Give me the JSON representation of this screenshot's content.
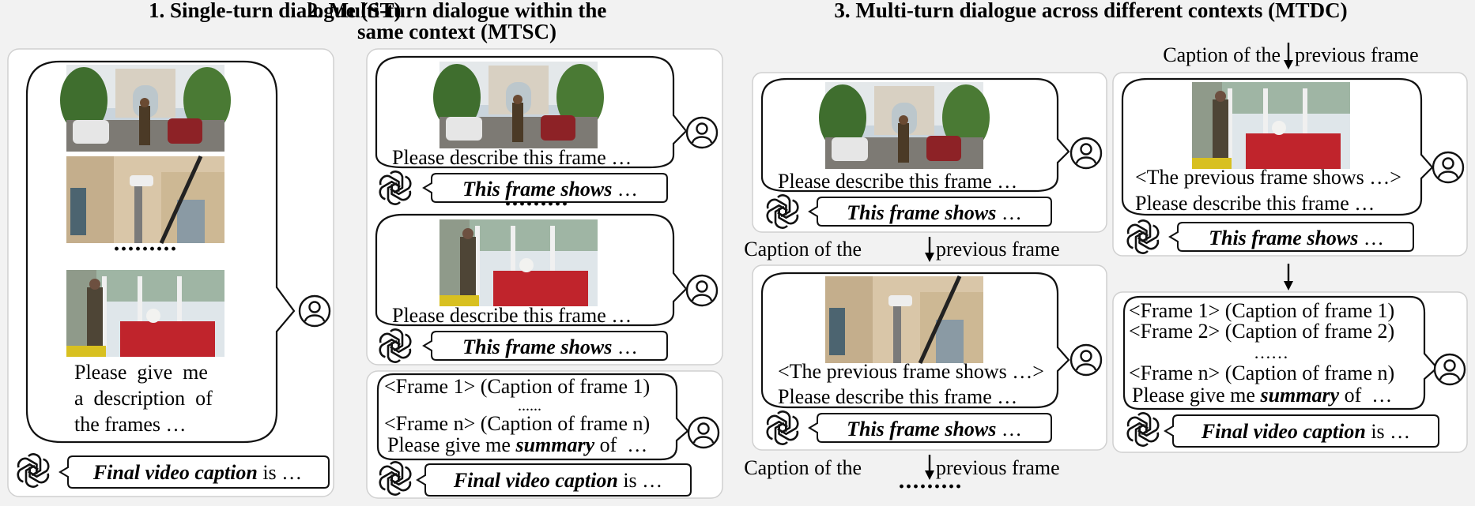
{
  "headings": {
    "st": "1. Single-turn dialogue (ST)",
    "mtsc_line1": "2. Multi-turn dialogue within the",
    "mtsc_line2": "same context (MTSC)",
    "mtdc": "3. Multi-turn dialogue across different contexts (MTDC)"
  },
  "prompts": {
    "describe": "Please describe this frame …",
    "previous": "<The previous frame shows …>",
    "give_line1": "Please  give  me",
    "give_line2": "a  description  of",
    "give_line3": "the frames …",
    "summary_pre": "Please give me ",
    "summary_em": "summary",
    "summary_post": " of  …"
  },
  "replies": {
    "frame_em": "This frame shows",
    "frame_post": " …",
    "final_em": "Final video caption",
    "final_post": " is …"
  },
  "captions": {
    "prev_pre": "Caption of the",
    "prev_post": "previous frame"
  },
  "frames": {
    "f1": "<Frame 1> (Caption of frame 1)",
    "f2": "<Frame 2> (Caption of frame 2)",
    "fn": "<Frame n> (Caption of frame n)",
    "ellipsis": "……",
    "ellipsis_small": "......"
  },
  "separator": "·········",
  "icons": {
    "user": "user-icon",
    "assistant": "assistant-knot-icon",
    "down_arrow": "down-arrow-icon"
  },
  "images": {
    "arch": "arc-de-triomphe-street-scene",
    "camera": "security-camera-on-pole",
    "cafe": "man-at-outdoor-cafe"
  }
}
